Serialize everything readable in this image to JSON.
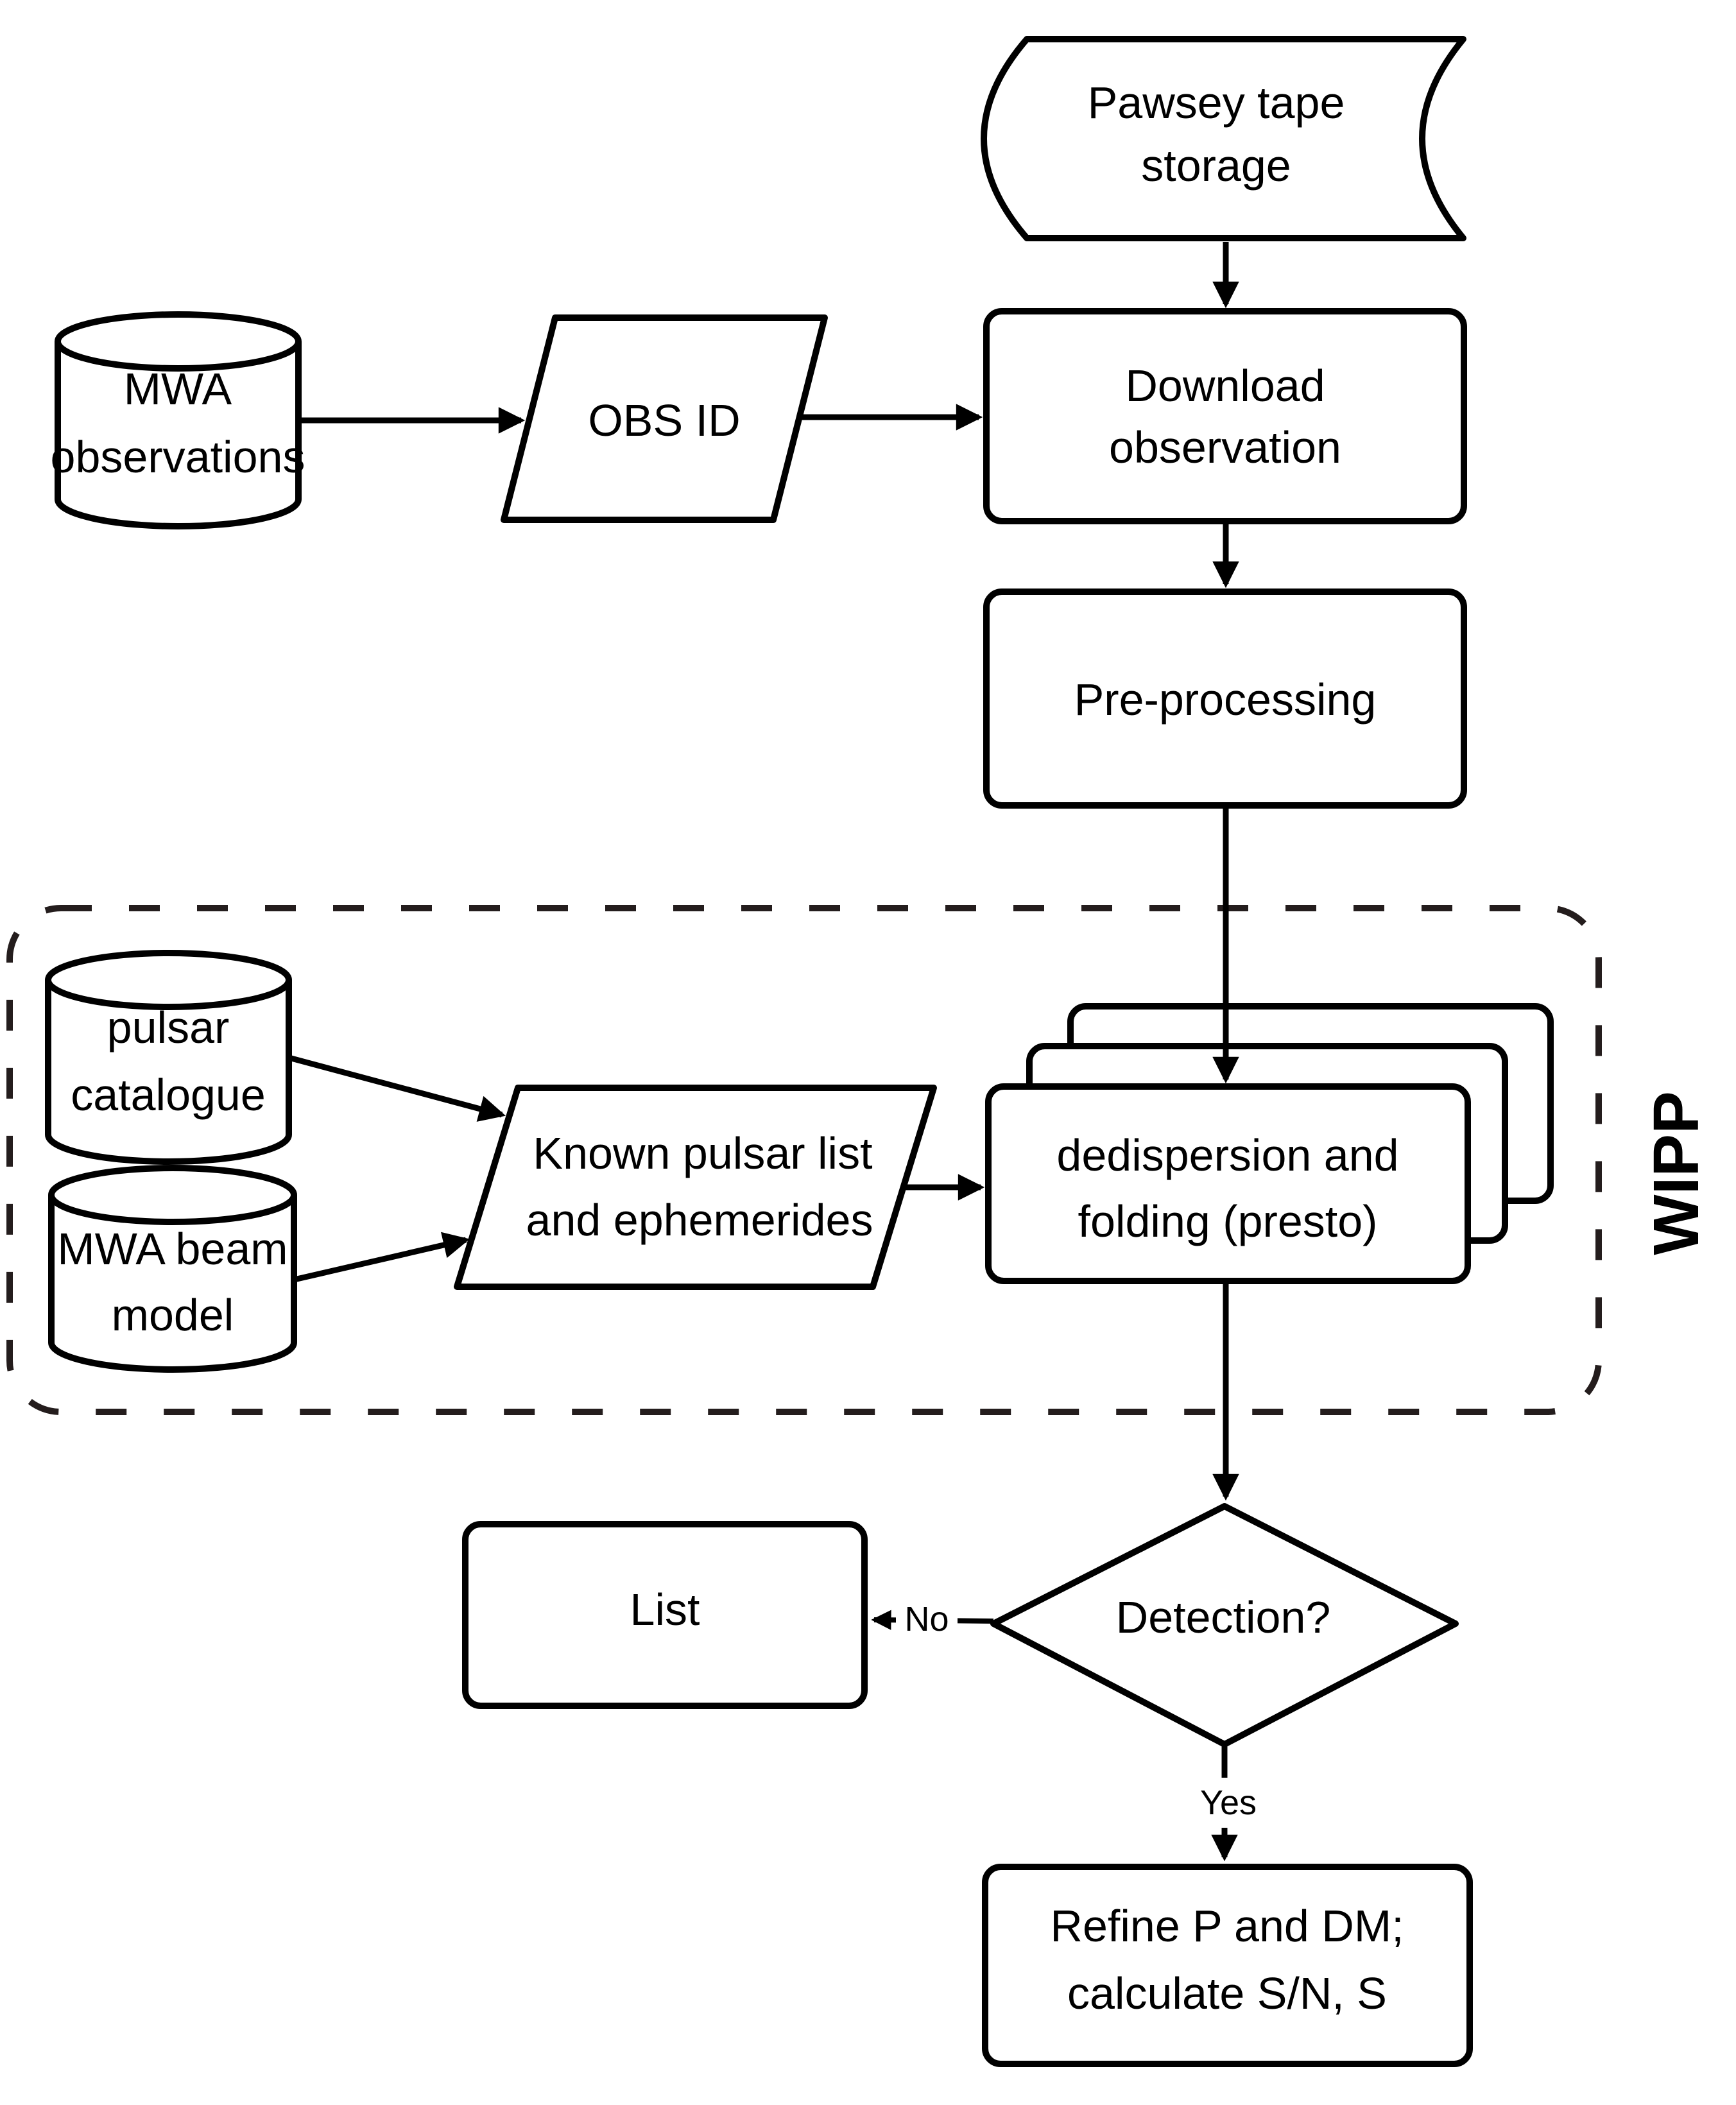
{
  "diagram": {
    "title_hint": "pulsar processing pipeline flowchart",
    "nodes": {
      "pawsey_tape_storage": {
        "type": "stored-data",
        "lines": [
          "Pawsey tape",
          "storage"
        ]
      },
      "mwa_observations": {
        "type": "database",
        "lines": [
          "MWA",
          "observations"
        ]
      },
      "obs_id": {
        "type": "data",
        "lines": [
          "OBS ID"
        ]
      },
      "download_observation": {
        "type": "process",
        "lines": [
          "Download",
          "observation"
        ]
      },
      "pre_processing": {
        "type": "process",
        "lines": [
          "Pre-processing"
        ]
      },
      "pulsar_catalogue": {
        "type": "database",
        "lines": [
          "pulsar",
          "catalogue"
        ]
      },
      "mwa_beam_model": {
        "type": "database",
        "lines": [
          "MWA beam",
          "model"
        ]
      },
      "known_pulsar_list": {
        "type": "data",
        "lines": [
          "Known pulsar list",
          "and ephemerides"
        ]
      },
      "dedispersion_folding": {
        "type": "stacked-process",
        "lines": [
          "dedispersion and",
          "folding (presto)"
        ]
      },
      "detection": {
        "type": "decision",
        "lines": [
          "Detection?"
        ]
      },
      "list": {
        "type": "process",
        "lines": [
          "List"
        ]
      },
      "refine": {
        "type": "process",
        "lines": [
          "Refine P and DM;",
          "calculate S/N, S"
        ]
      }
    },
    "edge_labels": {
      "no": "No",
      "yes": "Yes"
    },
    "container": {
      "label": "WIPP"
    },
    "colors": {
      "stroke": "#000000",
      "background": "#ffffff",
      "wipp_label": "#595959",
      "dashed_border": "#241d1d"
    }
  }
}
